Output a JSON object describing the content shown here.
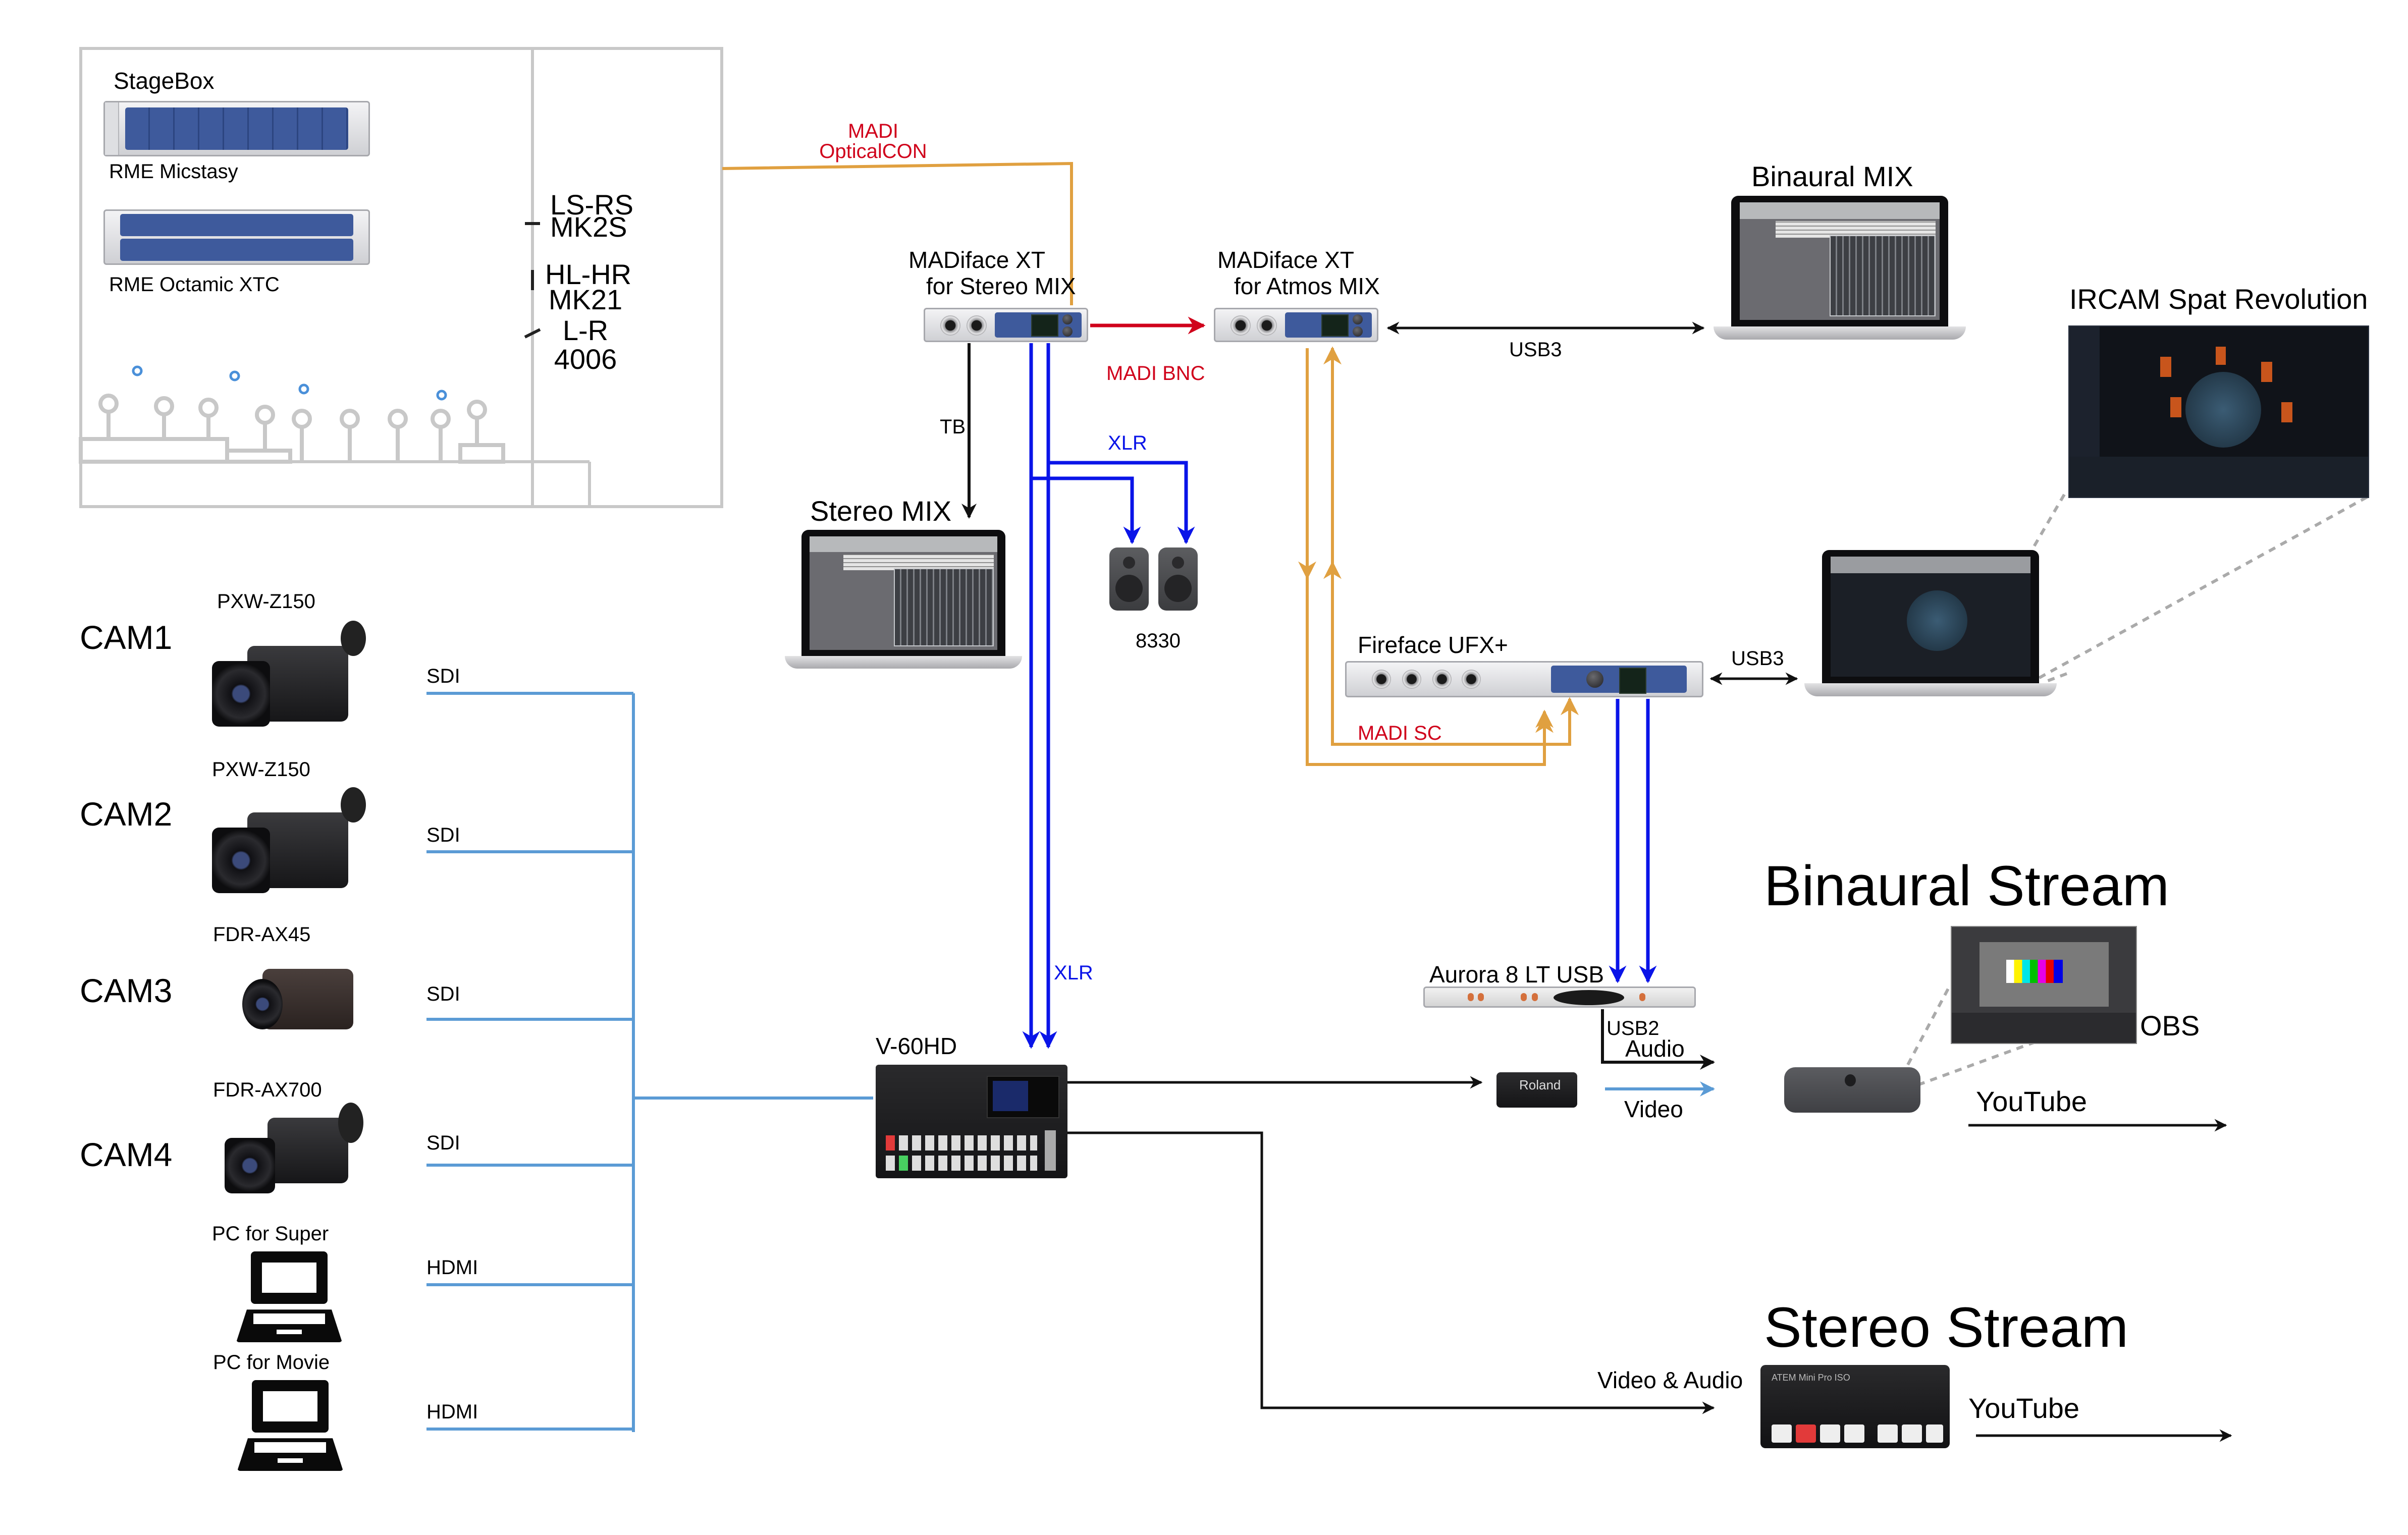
{
  "stage": {
    "stagebox_title": "StageBox",
    "device1": "RME Micstasy",
    "device2": "RME Octamic XTC",
    "mics": [
      {
        "pair": "LS-RS",
        "model": "MK2S"
      },
      {
        "pair": "HL-HR",
        "model": "MK21"
      },
      {
        "pair": "L-R",
        "model": "4006"
      }
    ]
  },
  "connections": {
    "madi_optical": [
      "MADI",
      "OpticalCON"
    ],
    "madi_bnc": "MADI BNC",
    "madi_sc": "MADI SC",
    "tb": "TB",
    "xlr_speakers": "XLR",
    "xlr_switcher": "XLR",
    "usb3_atmos": "USB3",
    "usb3_fireface": "USB3",
    "usb2": "USB2",
    "audio": "Audio",
    "video": "Video",
    "video_audio": "Video & Audio",
    "sdi": "SDI",
    "hdmi": "HDMI"
  },
  "devices": {
    "madiface_stereo": [
      "MADiface XT",
      "for Stereo MIX"
    ],
    "madiface_atmos": [
      "MADiface XT",
      "for Atmos MIX"
    ],
    "stereo_mix": "Stereo MIX",
    "binaural_mix": "Binaural MIX",
    "spat": "IRCAM Spat Revolution",
    "speakers": "8330",
    "fireface": "Fireface UFX+",
    "aurora": "Aurora 8 LT USB",
    "switcher": "V-60HD",
    "obs": "OBS",
    "capture_brand": "Roland",
    "atem_label": "ATEM Mini Pro ISO"
  },
  "sources": [
    {
      "cam": "CAM1",
      "model": "PXW-Z150",
      "link": "SDI"
    },
    {
      "cam": "CAM2",
      "model": "PXW-Z150",
      "link": "SDI"
    },
    {
      "cam": "CAM3",
      "model": "FDR-AX45",
      "link": "SDI"
    },
    {
      "cam": "CAM4",
      "model": "FDR-AX700",
      "link": "SDI"
    },
    {
      "cam": "",
      "model": "PC for Super",
      "link": "HDMI"
    },
    {
      "cam": "",
      "model": "PC for Movie",
      "link": "HDMI"
    }
  ],
  "streams": {
    "binaural_title": "Binaural Stream",
    "binaural_dest": "YouTube",
    "stereo_title": "Stereo Stream",
    "stereo_dest": "YouTube"
  },
  "colors": {
    "madi_orange": "#e0a040",
    "xlr_blue": "#0a14e8",
    "video_blue": "#5b9bd5",
    "madi_red": "#d0021b",
    "stage_gray": "#c8c8c8"
  }
}
